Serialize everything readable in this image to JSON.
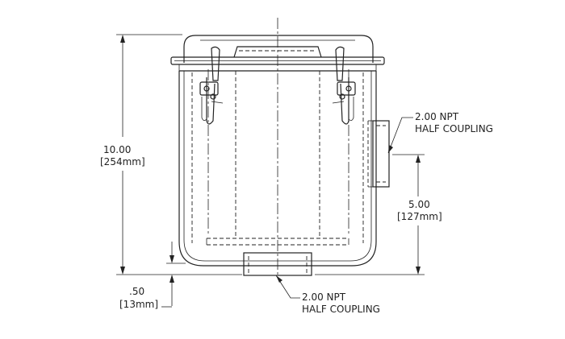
{
  "dimensions": {
    "overall_height": {
      "value": "10.00",
      "metric": "[254mm]"
    },
    "coupling_height": {
      "value": "5.00",
      "metric": "[127mm]"
    },
    "base_offset": {
      "value": ".50",
      "metric": "[13mm]"
    }
  },
  "callouts": {
    "side_coupling": {
      "line1": "2.00 NPT",
      "line2": "HALF COUPLING"
    },
    "bottom_coupling": {
      "line1": "2.00 NPT",
      "line2": "HALF COUPLING"
    }
  }
}
